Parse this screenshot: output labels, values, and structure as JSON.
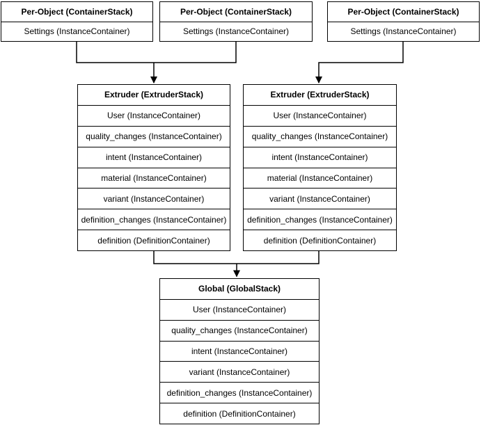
{
  "colors": {
    "border": "#000000",
    "fill": "#ffffff",
    "text": "#000000",
    "background": "#ffffff"
  },
  "per_object_stacks": [
    {
      "title": "Per-Object (ContainerStack)",
      "rows": [
        "Settings (InstanceContainer)"
      ]
    },
    {
      "title": "Per-Object (ContainerStack)",
      "rows": [
        "Settings (InstanceContainer)"
      ]
    },
    {
      "title": "Per-Object (ContainerStack)",
      "rows": [
        "Settings (InstanceContainer)"
      ]
    }
  ],
  "extruder_stacks": [
    {
      "title": "Extruder (ExtruderStack)",
      "rows": [
        "User (InstanceContainer)",
        "quality_changes (InstanceContainer)",
        "intent (InstanceContainer)",
        "material (InstanceContainer)",
        "variant (InstanceContainer)",
        "definition_changes (InstanceContainer)",
        "definition (DefinitionContainer)"
      ]
    },
    {
      "title": "Extruder (ExtruderStack)",
      "rows": [
        "User (InstanceContainer)",
        "quality_changes (InstanceContainer)",
        "intent (InstanceContainer)",
        "material (InstanceContainer)",
        "variant (InstanceContainer)",
        "definition_changes (InstanceContainer)",
        "definition (DefinitionContainer)"
      ]
    }
  ],
  "global_stack": {
    "title": "Global (GlobalStack)",
    "rows": [
      "User (InstanceContainer)",
      "quality_changes (InstanceContainer)",
      "intent (InstanceContainer)",
      "variant (InstanceContainer)",
      "definition_changes (InstanceContainer)",
      "definition (DefinitionContainer)"
    ]
  }
}
